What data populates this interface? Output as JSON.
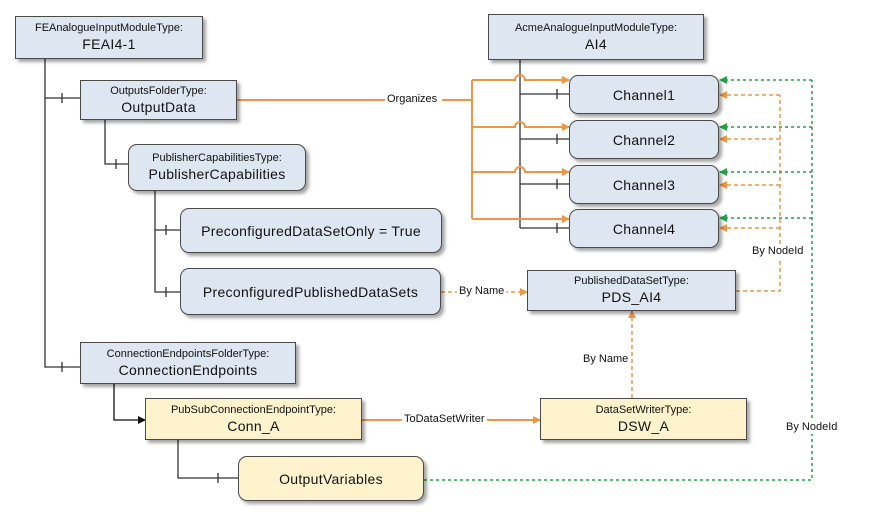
{
  "colors": {
    "object_fill": "#dee6f1",
    "pubsub_fill": "#fef3cc",
    "organizes_line": "#ed9646",
    "reference_line": "#ed9646",
    "nodeid_line": "#22a34a",
    "tree_line": "#333333"
  },
  "nodes": {
    "feai4": {
      "type": "FEAnalogueInputModuleType:",
      "name": "FEAI4-1"
    },
    "output_data": {
      "type": "OutputsFolderType:",
      "name": "OutputData"
    },
    "publisher_capabilities": {
      "type": "PublisherCapabilitiesType:",
      "name": "PublisherCapabilities"
    },
    "preconfigured_only": {
      "name": "PreconfiguredDataSetOnly = True"
    },
    "preconfigured_pds": {
      "name": "PreconfiguredPublishedDataSets"
    },
    "connection_endpoints": {
      "type": "ConnectionEndpointsFolderType:",
      "name": "ConnectionEndpoints"
    },
    "conn_a": {
      "type": "PubSubConnectionEndpointType:",
      "name": "Conn_A"
    },
    "output_variables": {
      "name": "OutputVariables"
    },
    "ai4": {
      "type": "AcmeAnalogueInputModuleType:",
      "name": "AI4"
    },
    "channels": [
      "Channel1",
      "Channel2",
      "Channel3",
      "Channel4"
    ],
    "pds_ai4": {
      "type": "PublishedDataSetType:",
      "name": "PDS_AI4"
    },
    "dsw_a": {
      "type": "DataSetWriterType:",
      "name": "DSW_A"
    }
  },
  "links": {
    "organizes": "Organizes",
    "by_name_pds": "By Name",
    "by_name_dsw": "By Name",
    "to_dataset_writer": "ToDataSetWriter",
    "by_nodeid_pds": "By NodeId",
    "by_nodeid_outputs": "By NodeId"
  }
}
